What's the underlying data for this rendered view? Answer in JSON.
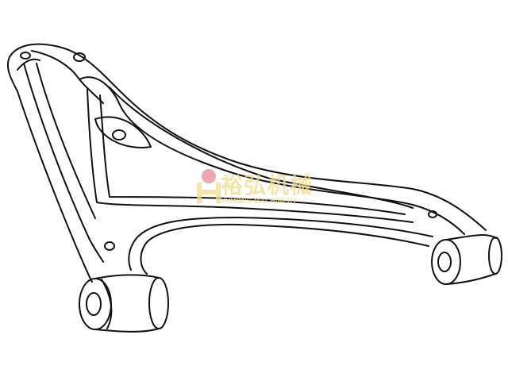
{
  "image": {
    "subject": "control-arm-line-drawing",
    "line_color": "#111111",
    "background": "#ffffff"
  },
  "watermark": {
    "brand_cn": "裕弘机械",
    "brand_en": "YUHONG MACHINERY",
    "logo_color": "#f0dc8c",
    "dot_color": "#e88a96"
  }
}
